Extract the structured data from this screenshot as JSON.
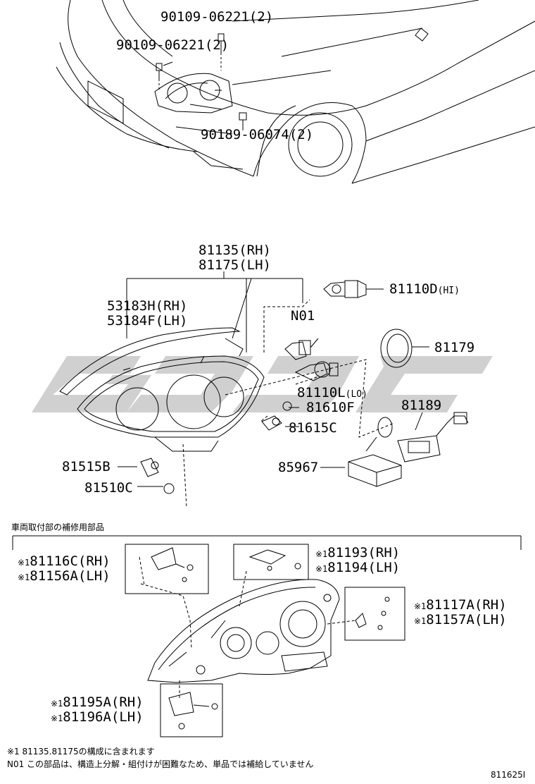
{
  "labels": {
    "top_bolt_a": "90109-06221(2)",
    "top_bolt_b": "90109-06221(2)",
    "top_clip": "90189-06074(2)",
    "unit_rh": "81135(RH)",
    "unit_lh": "81175(LH)",
    "seal_rh": "53183H(RH)",
    "seal_lh": "53184F(LH)",
    "bulb_hi": "81110D",
    "bulb_hi_note": "(HI)",
    "n01": "N01",
    "socket_cover": "81179",
    "bulb_lo": "81110L",
    "bulb_lo_note": "(LO)",
    "bulb_81610f": "81610F",
    "socket_81615c": "81615C",
    "ballast_81189": "81189",
    "socket_81515b": "81515B",
    "bulb_81510c": "81510C",
    "computer_85967": "85967",
    "repair_header": "車両取付部の補修用部品",
    "k1_mark": "※1",
    "r_81116c": "81116C(RH)",
    "r_81156a": "81156A(LH)",
    "r_81193": "81193(RH)",
    "r_81194": "81194(LH)",
    "r_81117a": "81117A(RH)",
    "r_81157a": "81157A(LH)",
    "r_81195a": "81195A(RH)",
    "r_81196a": "81196A(LH)"
  },
  "notes": {
    "note1": "※1 81135.81175の構成に含まれます",
    "note2": "N01 この部品は、構造上分解・組付けが困難なため、単品では補給していません"
  },
  "figure_code": "811625I",
  "watermark_text": "GDC",
  "colors": {
    "line": "#000000",
    "watermark": "#c8c8c8"
  }
}
